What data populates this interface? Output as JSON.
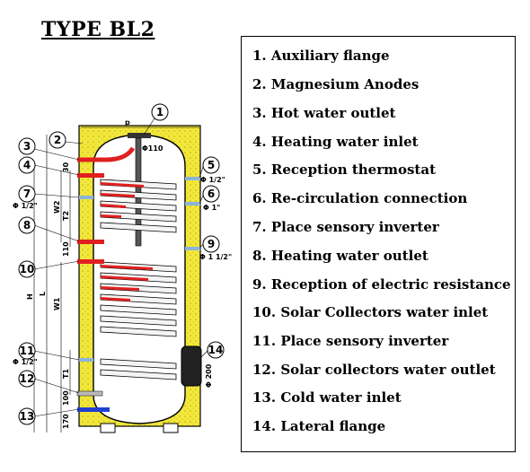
{
  "title": "TYPE BL2",
  "legend": [
    "1. Auxiliary flange",
    "2. Magnesium Anodes",
    "3. Hot water outlet",
    "4. Heating water inlet",
    "5.  Reception thermostat",
    "6. Re-circulation connection",
    "7. Place sensory inverter",
    "8. Heating water outlet",
    "9. Reception of electric resistance",
    "10. Solar Collectors water inlet",
    "11. Place sensory inverter",
    "12. Solar collectors water outlet",
    "13. Cold water inlet",
    "14. Lateral flange"
  ],
  "diagram": {
    "callouts": [
      "1",
      "2",
      "3",
      "4",
      "5",
      "6",
      "7",
      "8",
      "9",
      "10",
      "11",
      "12",
      "13",
      "14"
    ],
    "labels": {
      "dim_p": "p",
      "dim_d110": "Φ110",
      "dim_s30": "30",
      "dim_t2": "T2",
      "dim_w2": "W2",
      "dim_s110": "110",
      "dim_h": "H",
      "dim_l": "L",
      "dim_w1": "W1",
      "dim_t1": "T1",
      "dim_s100": "100",
      "dim_s170": "170",
      "size_5": "Φ 1/2\"",
      "size_6": "Φ 1\"",
      "size_7": "Φ 1/2\"",
      "size_9": "Φ 1 1/2\"",
      "size_11": "Φ 1/2\"",
      "size_14": "Φ 200"
    }
  }
}
